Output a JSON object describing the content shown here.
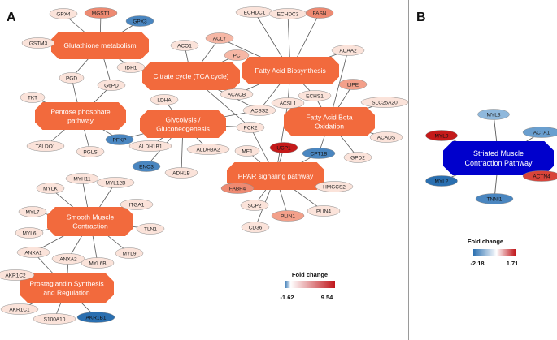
{
  "panels": {
    "a_label": "A",
    "b_label": "B"
  },
  "colors": {
    "pathway_orange": "#f26a3d",
    "pathway_blue": "#0000cc",
    "edge": "#5a5a5a",
    "node_stroke": "#8a8a8a",
    "scale_low_a": "#2a6fb0",
    "scale_high_a": "#c0161b"
  },
  "panel_a": {
    "pathways": [
      {
        "id": "glutathione",
        "lines": [
          "Glutathione metabolism"
        ]
      },
      {
        "id": "tca",
        "lines": [
          "Citrate cycle (TCA cycle)"
        ]
      },
      {
        "id": "fab",
        "lines": [
          "Fatty Acid Biosynthesis"
        ]
      },
      {
        "id": "pentose",
        "lines": [
          "Pentose phosphate",
          "pathway"
        ]
      },
      {
        "id": "glyco",
        "lines": [
          "Glycolysis /",
          "Gluconeogenesis"
        ]
      },
      {
        "id": "fabo",
        "lines": [
          "Fatty Acid Beta",
          "Oxidation"
        ]
      },
      {
        "id": "ppar",
        "lines": [
          "PPAR signaling pathway"
        ]
      },
      {
        "id": "smc",
        "lines": [
          "Smooth Muscle",
          "Contraction"
        ]
      },
      {
        "id": "pg",
        "lines": [
          "Prostaglandin Synthesis",
          "and Regulation"
        ]
      }
    ],
    "genes": [
      {
        "id": "GPX4",
        "label": "GPX4",
        "color": "#fbe3da"
      },
      {
        "id": "MGST1",
        "label": "MGST1",
        "color": "#ee8a72"
      },
      {
        "id": "GPX3",
        "label": "GPX3",
        "color": "#4a86c0"
      },
      {
        "id": "GSTM3",
        "label": "GSTM3",
        "color": "#fbe3da"
      },
      {
        "id": "IDH1",
        "label": "IDH1",
        "color": "#fbe3da"
      },
      {
        "id": "ACO1",
        "label": "ACO1",
        "color": "#fbe3da"
      },
      {
        "id": "ACLY",
        "label": "ACLY",
        "color": "#f6b7a5"
      },
      {
        "id": "PC",
        "label": "PC",
        "color": "#f6b7a5"
      },
      {
        "id": "ECHDC1",
        "label": "ECHDC1",
        "color": "#fbe3da"
      },
      {
        "id": "ECHDC3",
        "label": "ECHDC3",
        "color": "#fbe3da"
      },
      {
        "id": "FASN",
        "label": "FASN",
        "color": "#ee8a72"
      },
      {
        "id": "ACAA2",
        "label": "ACAA2",
        "color": "#fbe3da"
      },
      {
        "id": "PGD",
        "label": "PGD",
        "color": "#fbe3da"
      },
      {
        "id": "G6PD",
        "label": "G6PD",
        "color": "#fbe3da"
      },
      {
        "id": "TKT",
        "label": "TKT",
        "color": "#fbe3da"
      },
      {
        "id": "ACACB",
        "label": "ACACB",
        "color": "#fbe3da"
      },
      {
        "id": "LDHA",
        "label": "LDHA",
        "color": "#fbe3da"
      },
      {
        "id": "LIPE",
        "label": "LIPE",
        "color": "#f3a08a"
      },
      {
        "id": "ECHS1",
        "label": "ECHS1",
        "color": "#fbe3da"
      },
      {
        "id": "SLC25A20",
        "label": "SLC25A20",
        "color": "#fbe3da"
      },
      {
        "id": "ACSS2",
        "label": "ACSS2",
        "color": "#fbe3da"
      },
      {
        "id": "ACSL1",
        "label": "ACSL1",
        "color": "#fbe3da"
      },
      {
        "id": "PFKP",
        "label": "PFKP",
        "color": "#4a86c0"
      },
      {
        "id": "PCK2",
        "label": "PCK2",
        "color": "#fbe3da"
      },
      {
        "id": "TALDO1",
        "label": "TALDO1",
        "color": "#fbe3da"
      },
      {
        "id": "PGLS",
        "label": "PGLS",
        "color": "#fbe3da"
      },
      {
        "id": "ALDH1B1",
        "label": "ALDH1B1",
        "color": "#fbe3da"
      },
      {
        "id": "ALDH3A2",
        "label": "ALDH3A2",
        "color": "#fbe3da"
      },
      {
        "id": "ME1",
        "label": "ME1",
        "color": "#fbe3da"
      },
      {
        "id": "UCP1",
        "label": "UCP1",
        "color": "#c41a1a"
      },
      {
        "id": "CPT1B",
        "label": "CPT1B",
        "color": "#4a86c0"
      },
      {
        "id": "ACADS",
        "label": "ACADS",
        "color": "#fbe3da"
      },
      {
        "id": "GPD2",
        "label": "GPD2",
        "color": "#fbe3da"
      },
      {
        "id": "ENO3",
        "label": "ENO3",
        "color": "#4a86c0"
      },
      {
        "id": "ADH1B",
        "label": "ADH1B",
        "color": "#fbe3da"
      },
      {
        "id": "FABP4",
        "label": "FABP4",
        "color": "#ee8a72"
      },
      {
        "id": "HMGCS2",
        "label": "HMGCS2",
        "color": "#fbe3da"
      },
      {
        "id": "SCP2",
        "label": "SCP2",
        "color": "#fbe3da"
      },
      {
        "id": "PLIN1",
        "label": "PLIN1",
        "color": "#f3a08a"
      },
      {
        "id": "PLIN4",
        "label": "PLIN4",
        "color": "#fbe3da"
      },
      {
        "id": "CD36",
        "label": "CD36",
        "color": "#fbe3da"
      },
      {
        "id": "MYH11",
        "label": "MYH11",
        "color": "#fbe3da"
      },
      {
        "id": "MYL12B",
        "label": "MYL12B",
        "color": "#fbe3da"
      },
      {
        "id": "MYLK",
        "label": "MYLK",
        "color": "#fbe3da"
      },
      {
        "id": "ITGA1",
        "label": "ITGA1",
        "color": "#fbe3da"
      },
      {
        "id": "MYL7",
        "label": "MYL7",
        "color": "#fbe3da"
      },
      {
        "id": "TLN1",
        "label": "TLN1",
        "color": "#fbe3da"
      },
      {
        "id": "MYL6",
        "label": "MYL6",
        "color": "#fbe3da"
      },
      {
        "id": "MYL9",
        "label": "MYL9",
        "color": "#fbe3da"
      },
      {
        "id": "MYL6B",
        "label": "MYL6B",
        "color": "#fbe3da"
      },
      {
        "id": "ANXA1",
        "label": "ANXA1",
        "color": "#fbe3da"
      },
      {
        "id": "ANXA2",
        "label": "ANXA2",
        "color": "#fbe3da"
      },
      {
        "id": "AKR1C2",
        "label": "AKR1C2",
        "color": "#fbe3da"
      },
      {
        "id": "AKR1C1",
        "label": "AKR1C1",
        "color": "#fbe3da"
      },
      {
        "id": "S100A10",
        "label": "S100A10",
        "color": "#fbe3da"
      },
      {
        "id": "AKR1B1",
        "label": "AKR1B1",
        "color": "#2a6fb0"
      }
    ],
    "edges": [
      [
        "glutathione",
        "GPX4"
      ],
      [
        "glutathione",
        "MGST1"
      ],
      [
        "glutathione",
        "GPX3"
      ],
      [
        "glutathione",
        "GSTM3"
      ],
      [
        "glutathione",
        "IDH1"
      ],
      [
        "glutathione",
        "PGD"
      ],
      [
        "glutathione",
        "G6PD"
      ],
      [
        "tca",
        "IDH1"
      ],
      [
        "tca",
        "ACO1"
      ],
      [
        "tca",
        "ACLY"
      ],
      [
        "tca",
        "PC"
      ],
      [
        "tca",
        "ACSS2"
      ],
      [
        "tca",
        "PCK2"
      ],
      [
        "fab",
        "ACLY"
      ],
      [
        "fab",
        "ECHDC1"
      ],
      [
        "fab",
        "ECHDC3"
      ],
      [
        "fab",
        "FASN"
      ],
      [
        "fab",
        "ACAA2"
      ],
      [
        "fab",
        "ACACB"
      ],
      [
        "fab",
        "ECHS1"
      ],
      [
        "fab",
        "ACSS2"
      ],
      [
        "fab",
        "ACSL1"
      ],
      [
        "pentose",
        "PGD"
      ],
      [
        "pentose",
        "G6PD"
      ],
      [
        "pentose",
        "TKT"
      ],
      [
        "pentose",
        "TALDO1"
      ],
      [
        "pentose",
        "PGLS"
      ],
      [
        "pentose",
        "PFKP"
      ],
      [
        "glyco",
        "LDHA"
      ],
      [
        "glyco",
        "PFKP"
      ],
      [
        "glyco",
        "ALDH1B1"
      ],
      [
        "glyco",
        "ALDH3A2"
      ],
      [
        "glyco",
        "ENO3"
      ],
      [
        "glyco",
        "ADH1B"
      ],
      [
        "glyco",
        "PCK2"
      ],
      [
        "glyco",
        "ACSS2"
      ],
      [
        "fabo",
        "ACSL1"
      ],
      [
        "fabo",
        "ECHS1"
      ],
      [
        "fabo",
        "LIPE"
      ],
      [
        "fabo",
        "SLC25A20"
      ],
      [
        "fabo",
        "ACADS"
      ],
      [
        "fabo",
        "GPD2"
      ],
      [
        "fabo",
        "CPT1B"
      ],
      [
        "fabo",
        "ACAA2"
      ],
      [
        "ppar",
        "ME1"
      ],
      [
        "ppar",
        "UCP1"
      ],
      [
        "ppar",
        "CPT1B"
      ],
      [
        "ppar",
        "FABP4"
      ],
      [
        "ppar",
        "HMGCS2"
      ],
      [
        "ppar",
        "SCP2"
      ],
      [
        "ppar",
        "PLIN1"
      ],
      [
        "ppar",
        "PLIN4"
      ],
      [
        "ppar",
        "CD36"
      ],
      [
        "ppar",
        "ACSL1"
      ],
      [
        "ppar",
        "PCK2"
      ],
      [
        "smc",
        "MYH11"
      ],
      [
        "smc",
        "MYL12B"
      ],
      [
        "smc",
        "MYLK"
      ],
      [
        "smc",
        "ITGA1"
      ],
      [
        "smc",
        "MYL7"
      ],
      [
        "smc",
        "TLN1"
      ],
      [
        "smc",
        "MYL6"
      ],
      [
        "smc",
        "MYL9"
      ],
      [
        "smc",
        "MYL6B"
      ],
      [
        "smc",
        "ANXA1"
      ],
      [
        "smc",
        "ANXA2"
      ],
      [
        "pg",
        "ANXA1"
      ],
      [
        "pg",
        "ANXA2"
      ],
      [
        "pg",
        "AKR1C2"
      ],
      [
        "pg",
        "AKR1C1"
      ],
      [
        "pg",
        "S100A10"
      ],
      [
        "pg",
        "AKR1B1"
      ]
    ],
    "legend": {
      "title": "Fold change",
      "min_label": "-1.62",
      "max_label": "9.54"
    }
  },
  "panel_b": {
    "pathway": {
      "id": "smc_path",
      "lines": [
        "Striated Muscle",
        "Contraction Pathway"
      ]
    },
    "genes": [
      {
        "id": "MYL3",
        "label": "MYL3",
        "color": "#8fb8dc"
      },
      {
        "id": "MYL9",
        "label": "MYL9",
        "color": "#c41a1a"
      },
      {
        "id": "ACTA1",
        "label": "ACTA1",
        "color": "#6a9fcf"
      },
      {
        "id": "MYL2",
        "label": "MYL2",
        "color": "#2a6fb0"
      },
      {
        "id": "ACTN4",
        "label": "ACTN4",
        "color": "#d8443a"
      },
      {
        "id": "TNNI1",
        "label": "TNNI1",
        "color": "#4a86c0"
      }
    ],
    "legend": {
      "title": "Fold change",
      "min_label": "-2.18",
      "max_label": "1.71"
    }
  }
}
